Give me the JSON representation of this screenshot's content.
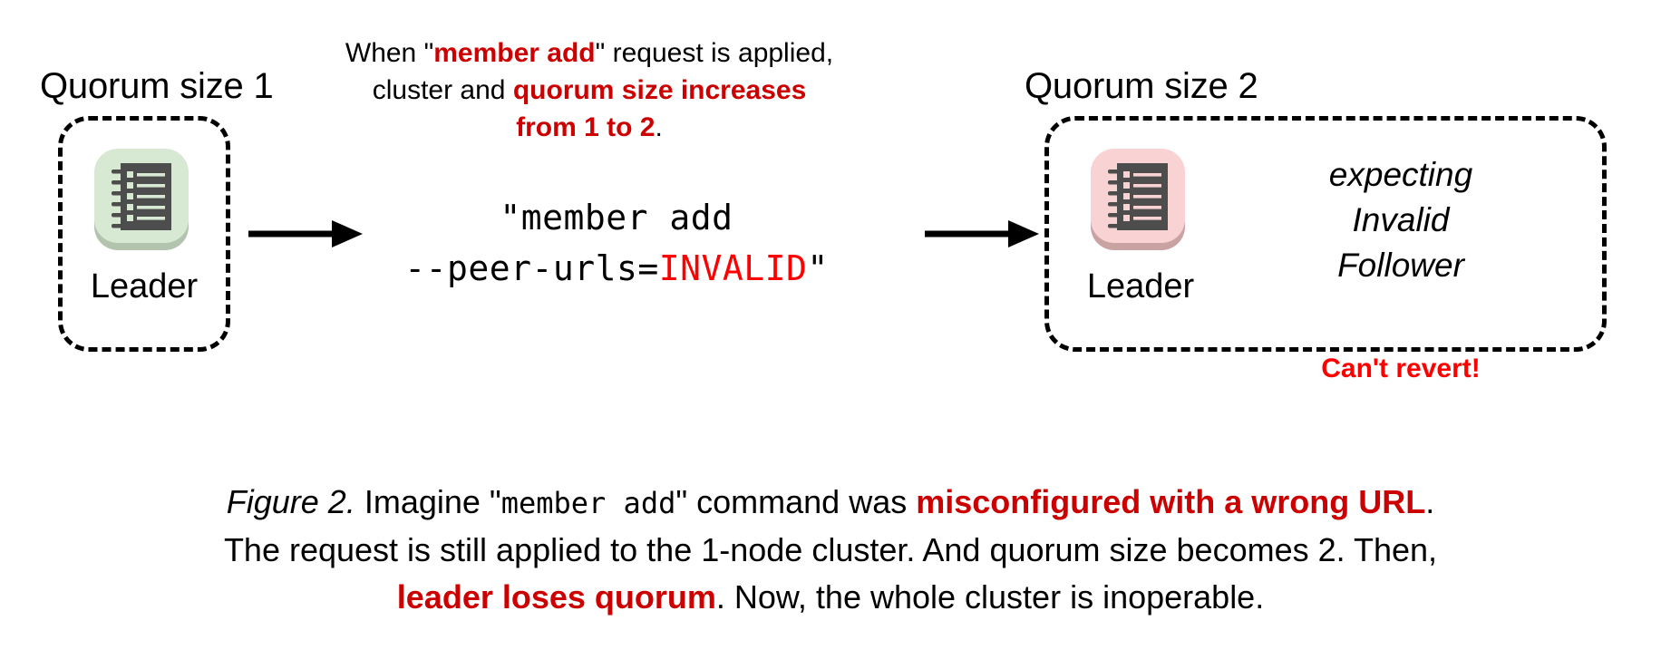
{
  "figure": {
    "title": "Figure 2",
    "background": "#ffffff",
    "accent_red_dark": "#cc0000",
    "accent_red_bright": "#ff0000"
  },
  "left_cluster": {
    "title": "Quorum size 1",
    "node": {
      "label": "Leader",
      "icon": "notebook-icon",
      "tile_color": "#d7e8d3",
      "shadow_color": "#b3c4ae",
      "glyph_color": "#4d4d4d"
    }
  },
  "right_cluster": {
    "title": "Quorum size 2",
    "node": {
      "label": "Leader",
      "icon": "notebook-icon",
      "tile_color": "#f9d3d3",
      "shadow_color": "#c9a2a2",
      "glyph_color": "#4d4d4d"
    },
    "expecting": {
      "line1": "expecting",
      "line2": "Invalid",
      "line3": "Follower"
    },
    "warning": "Can't revert!"
  },
  "top_note": {
    "line1_a": "When \"",
    "line1_b": "member add",
    "line1_c": "\" request is applied,",
    "line2_a": "cluster and ",
    "line2_b": "quorum size increases",
    "line3_a": "from 1 to 2",
    "line3_b": "."
  },
  "command": {
    "line1": "\"member add",
    "line2_a": "--peer-urls=",
    "line2_b": "INVALID",
    "line2_c": "\""
  },
  "arrows": {
    "left_arrow": "arrow-right-icon",
    "right_arrow": "arrow-right-icon"
  },
  "caption": {
    "line1_a": "Figure 2.",
    "line1_b": " Imagine \"",
    "line1_c": "member add",
    "line1_d": "\" command was ",
    "line1_e": "misconfigured with a wrong URL",
    "line1_f": ".",
    "line2": "The request is still applied to the 1-node cluster. And quorum size becomes 2. Then,",
    "line3_a": "leader loses quorum",
    "line3_b": ". Now, the whole cluster is inoperable."
  }
}
